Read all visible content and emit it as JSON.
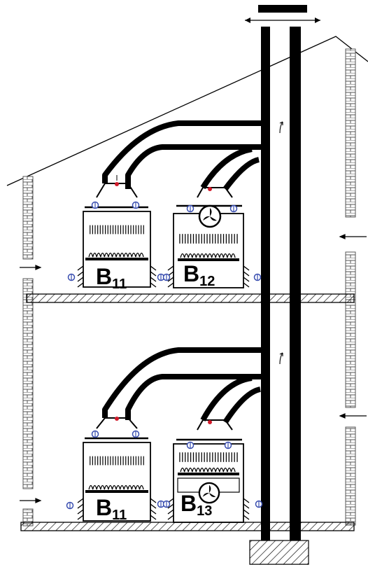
{
  "labels": {
    "upper_left": {
      "main": "B",
      "sub": "11"
    },
    "upper_right": {
      "main": "B",
      "sub": "12"
    },
    "lower_left": {
      "main": "B",
      "sub": "11"
    },
    "lower_right": {
      "main": "B",
      "sub": "13"
    }
  },
  "colors": {
    "line": "#000000",
    "flame": "#000000",
    "sensor": "#3a4fb0",
    "dot": "#d11a2a",
    "brick": "#555555"
  }
}
